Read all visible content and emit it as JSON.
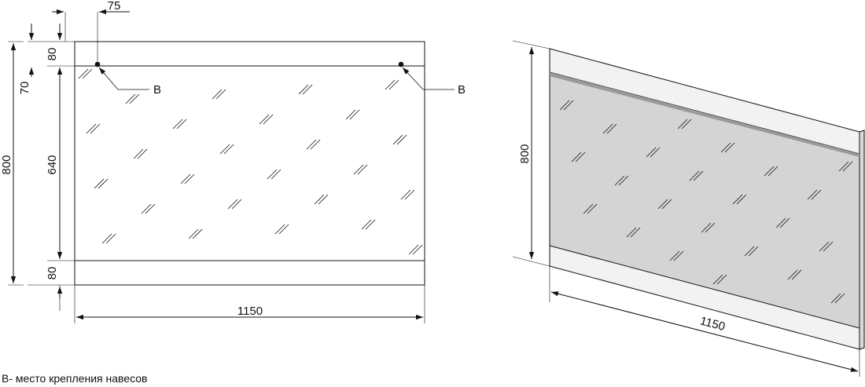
{
  "front_view": {
    "dim_width": "1150",
    "dim_height_total": "800",
    "dim_glass_height": "640",
    "dim_top_frame": "80",
    "dim_bottom_frame": "80",
    "dim_mount_offset": "70",
    "dim_mount_inset": "75",
    "mount_label_left": "B",
    "mount_label_right": "B"
  },
  "iso_view": {
    "dim_height": "800",
    "dim_width": "1150"
  },
  "legend": {
    "note": "В- место крепления навесов"
  }
}
